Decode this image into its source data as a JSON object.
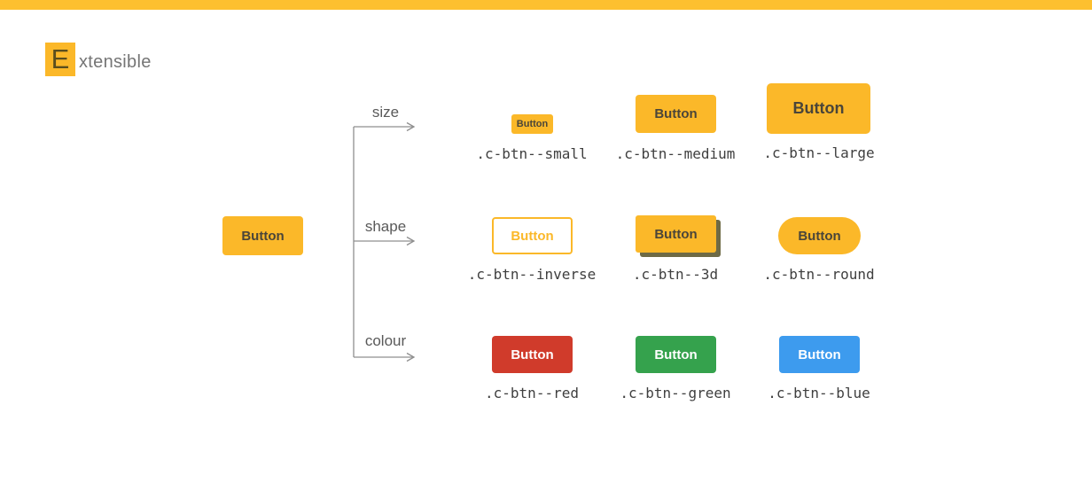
{
  "colors": {
    "topbar_yellow": "#FDC02F",
    "accent_yellow": "#FBB829",
    "button_text_dark": "#4A4539",
    "red": "#D03B2B",
    "green": "#35A24D",
    "blue": "#3D9BEE",
    "shadow_3d": "#6E6A45",
    "connector_gray": "#8F8F8F",
    "class_label_gray": "#3F3F3F",
    "branch_label_gray": "#595959",
    "title_gray": "#757575"
  },
  "header": {
    "initial": "E",
    "rest": "xtensible"
  },
  "root_button": {
    "label": "Button"
  },
  "branches": [
    {
      "label": "size",
      "variants": [
        {
          "button_label": "Button",
          "class_name": ".c-btn--small"
        },
        {
          "button_label": "Button",
          "class_name": ".c-btn--medium"
        },
        {
          "button_label": "Button",
          "class_name": ".c-btn--large"
        }
      ]
    },
    {
      "label": "shape",
      "variants": [
        {
          "button_label": "Button",
          "class_name": ".c-btn--inverse"
        },
        {
          "button_label": "Button",
          "class_name": ".c-btn--3d"
        },
        {
          "button_label": "Button",
          "class_name": ".c-btn--round"
        }
      ]
    },
    {
      "label": "colour",
      "variants": [
        {
          "button_label": "Button",
          "class_name": ".c-btn--red"
        },
        {
          "button_label": "Button",
          "class_name": ".c-btn--green"
        },
        {
          "button_label": "Button",
          "class_name": ".c-btn--blue"
        }
      ]
    }
  ]
}
